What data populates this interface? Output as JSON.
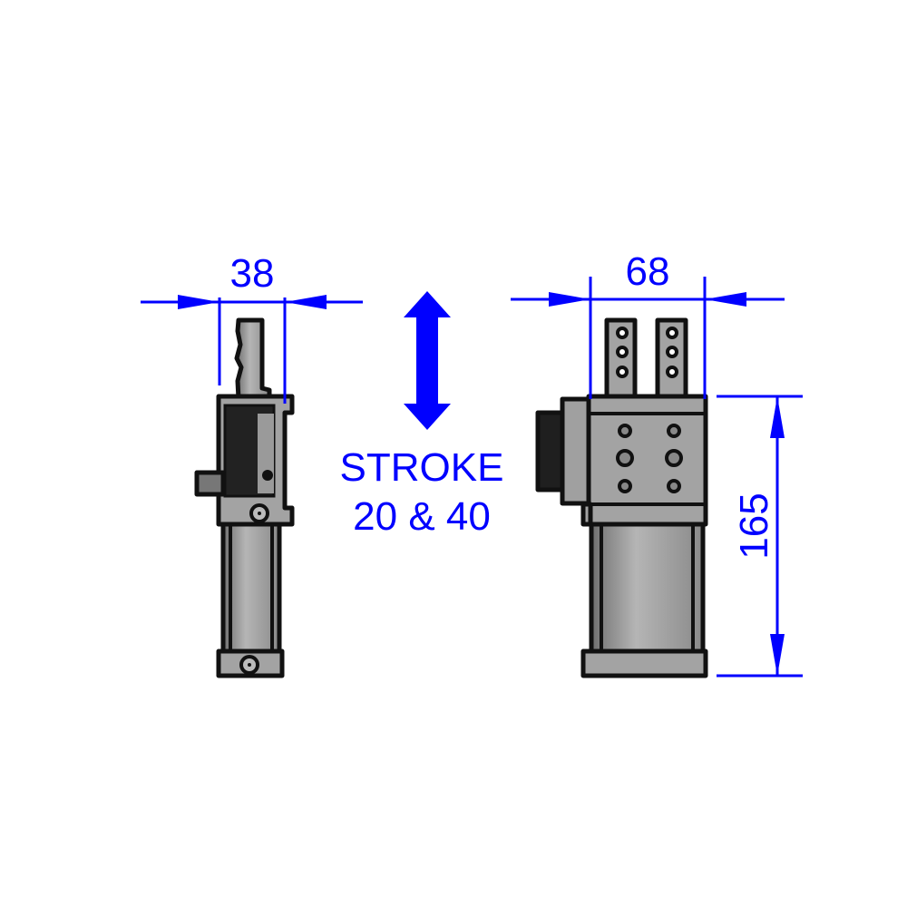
{
  "dimensions": {
    "width_side": "38",
    "width_front": "68",
    "height": "165"
  },
  "stroke_label": {
    "line1": "STROKE",
    "line2": "20 & 40"
  },
  "colors": {
    "dimension": "#0000ff",
    "body": "#9e9e9e",
    "outline": "#111111"
  }
}
